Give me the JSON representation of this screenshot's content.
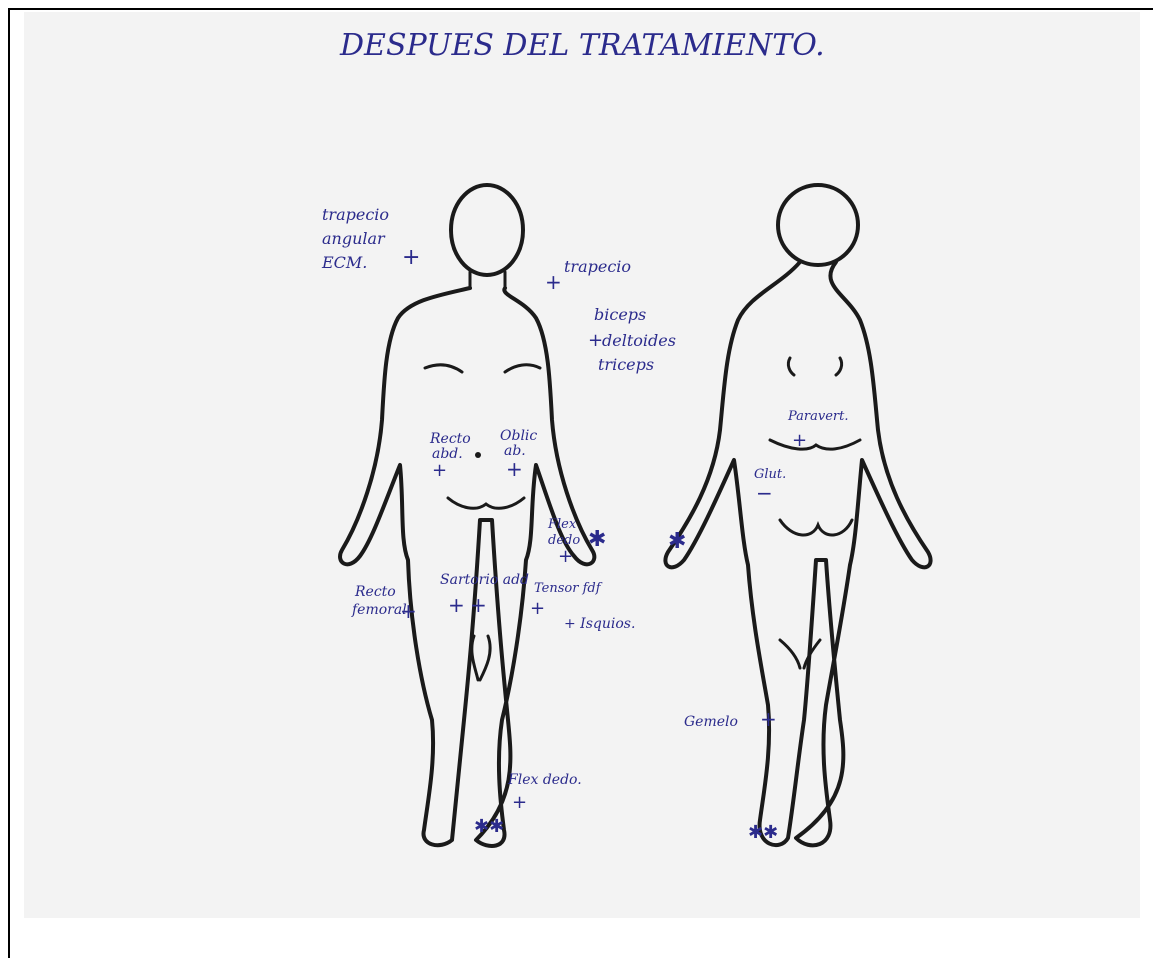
{
  "title": "DESPUES DEL TRATAMIENTO.",
  "annotations": {
    "front_neck_left": [
      "trapecio",
      "angular",
      "ECM."
    ],
    "front_neck_right": "trapecio",
    "front_arm_right": [
      "biceps",
      "deltoides",
      "triceps"
    ],
    "front_abdomen_left": [
      "Recto",
      "abd."
    ],
    "front_abdomen_right": [
      "Oblic",
      "ab."
    ],
    "front_hand_right": [
      "Flex",
      "dedo"
    ],
    "front_thigh_center": "Sartorio add",
    "front_thigh_left": [
      "Recto",
      "femoral"
    ],
    "front_thigh_right": "Tensor fdf",
    "front_thigh_right_2": "+ Isquios.",
    "front_foot": "Flex dedo.",
    "back_lumbar": "Paravert.",
    "back_glute": "Glut.",
    "back_calf": "Gemelo"
  },
  "marks": {
    "plus": "+",
    "minus": "−",
    "star": "✱",
    "double_star": "✱✱"
  },
  "ink_color": "#2b2b8c"
}
